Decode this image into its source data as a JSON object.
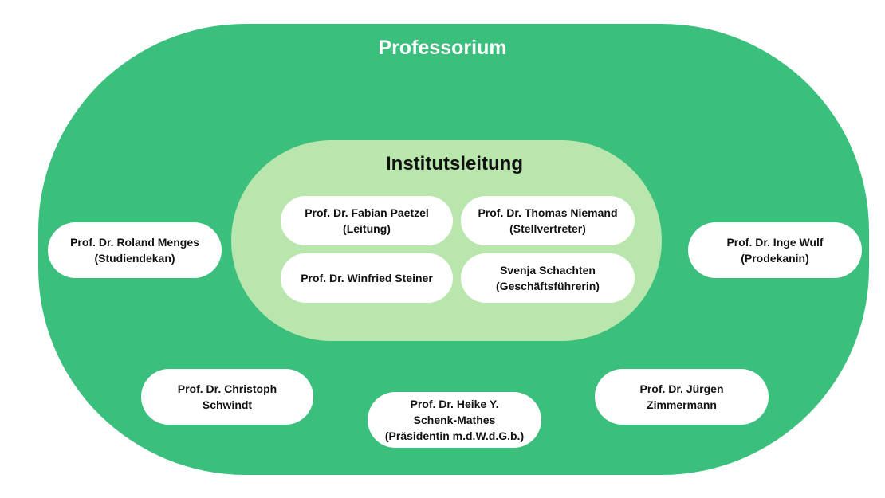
{
  "professorium": {
    "title": "Professorium"
  },
  "institutsleitung": {
    "title": "Institutsleitung",
    "members": [
      {
        "line1": "Prof. Dr. Fabian Paetzel",
        "line2": "(Leitung)"
      },
      {
        "line1": "Prof. Dr. Thomas Niemand",
        "line2": "(Stellvertreter)"
      },
      {
        "line1": "Prof. Dr. Winfried Steiner"
      },
      {
        "line1": "Svenja Schachten",
        "line2": "(Geschäftsführerin)"
      }
    ]
  },
  "side_members": [
    {
      "line1": "Prof. Dr. Roland Menges",
      "line2": "(Studiendekan)"
    },
    {
      "line1": "Prof. Dr. Inge Wulf",
      "line2": "(Prodekanin)"
    }
  ],
  "bottom_members": [
    {
      "line1": "Prof. Dr. Christoph",
      "line2": "Schwindt"
    },
    {
      "line1": "Prof. Dr. Heike Y.",
      "line2": "Schenk-Mathes",
      "line3": "(Präsidentin m.d.W.d.G.b.)"
    },
    {
      "line1": "Prof. Dr. Jürgen",
      "line2": "Zimmermann"
    }
  ],
  "colors": {
    "professorium_green": "#3bbf7c",
    "institutsleitung_green": "#b8e6ac",
    "pill_white": "#ffffff"
  }
}
